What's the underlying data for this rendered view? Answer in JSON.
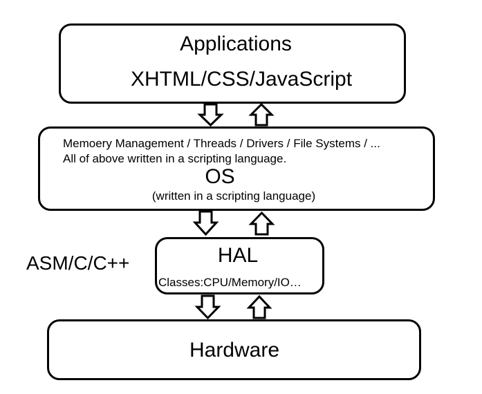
{
  "applications": {
    "title": "Applications",
    "languages": "XHTML/CSS/JavaScript"
  },
  "os": {
    "line1": "Memoery Management / Threads / Drivers / File Systems / ...",
    "line2": "All of above written in a scripting language.",
    "title": "OS",
    "subtitle": "(written in a scripting language)"
  },
  "hal": {
    "title": "HAL",
    "classes": "Classes:CPU/Memory/IO…",
    "side_label": "ASM/C/C++"
  },
  "hardware": {
    "title": "Hardware"
  },
  "colors": {
    "stroke": "#000000",
    "fill": "#ffffff"
  }
}
